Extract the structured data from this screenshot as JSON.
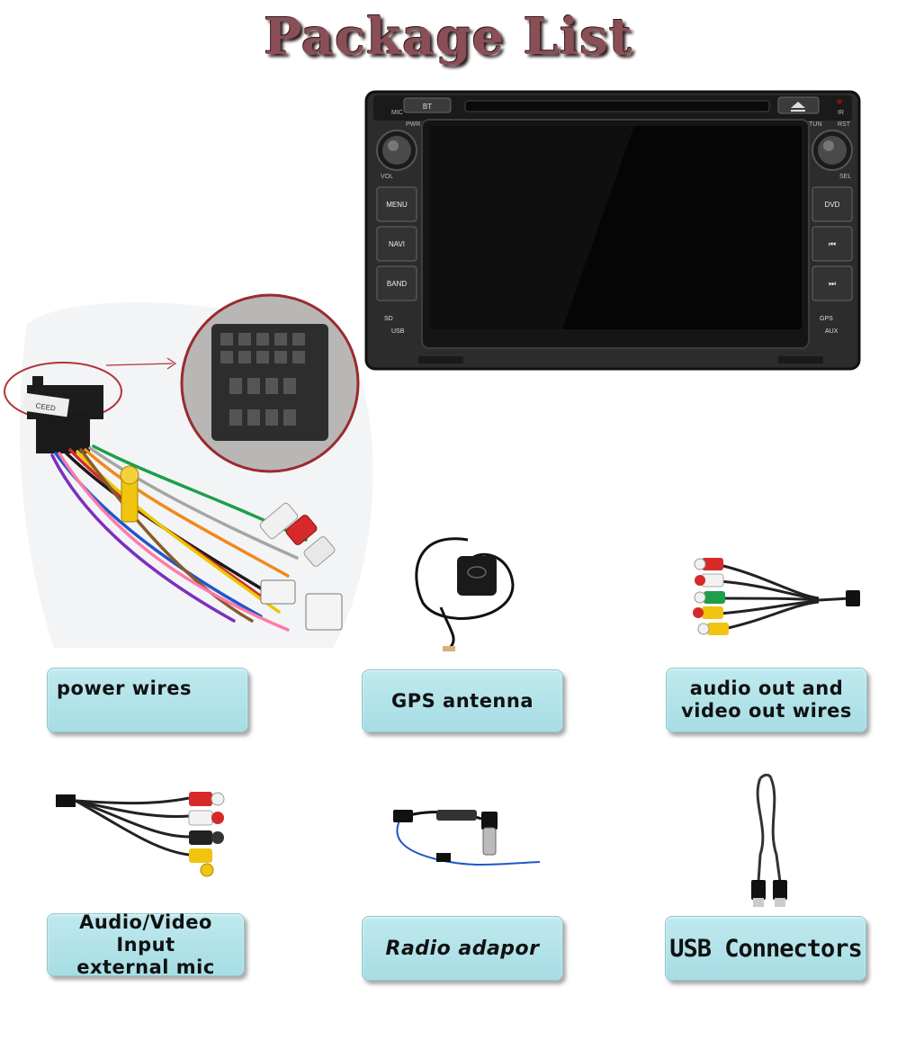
{
  "header": {
    "title": "Package List"
  },
  "unit": {
    "top_buttons": {
      "bt": "BT",
      "mic": "MIC",
      "ir": "IR",
      "pwr": "PWR",
      "tun": "TUN",
      "rst": "RST"
    },
    "knobs": {
      "vol": "VOL",
      "sel": "SEL"
    },
    "left_buttons": [
      "MENU",
      "NAVI",
      "BAND"
    ],
    "right_buttons": [
      "DVD",
      "⏮",
      "⏭"
    ],
    "bottom_left": {
      "line1": "SD",
      "line2": "USB"
    },
    "bottom_right": {
      "line1": "GPS",
      "line2": "AUX"
    },
    "connector_tag": "CEED"
  },
  "items": [
    {
      "label": "power wires"
    },
    {
      "label": "GPS antenna"
    },
    {
      "label": "audio out and\nvideo out wires"
    },
    {
      "label": "Audio/Video Input\nexternal mic"
    },
    {
      "label": "Radio  adapor"
    },
    {
      "label": "USB Connectors"
    }
  ],
  "colors": {
    "title": "#8a4f56",
    "label_bg": "#b4e3e9",
    "unit_body": "#2a2a2a",
    "rca_red": "#d62a2a",
    "rca_white": "#f2f2f2",
    "rca_yellow": "#f1c40f",
    "rca_green": "#1e9e4a",
    "callout": "#b3333a"
  }
}
